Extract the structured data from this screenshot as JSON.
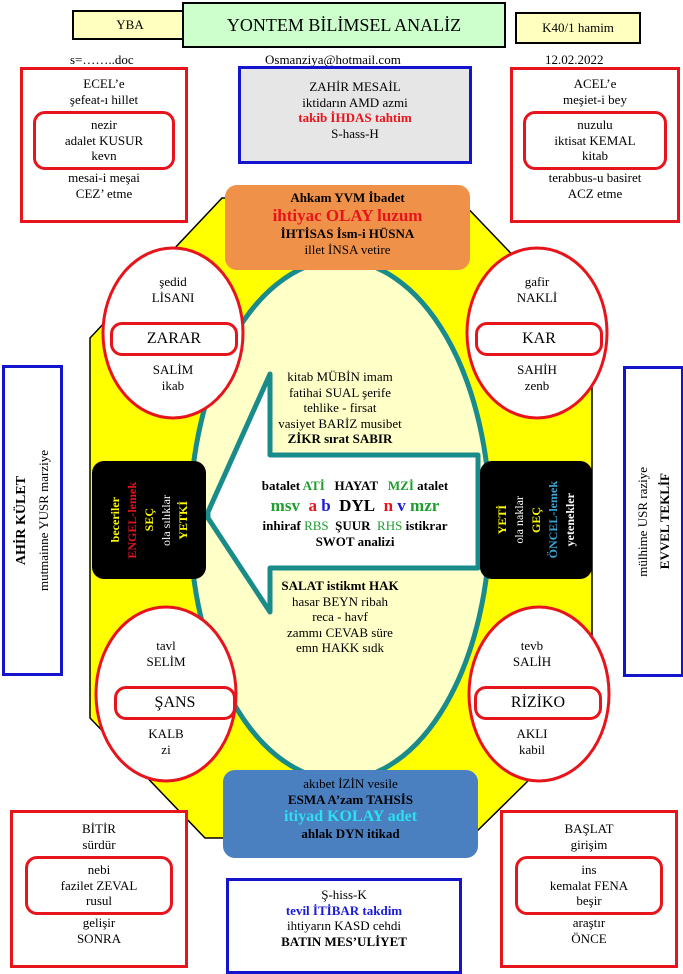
{
  "header": {
    "left_label": "YBA",
    "title": "YONTEM BİLİMSEL ANALİZ",
    "right_label": "K40/1 hamim",
    "file": "s=……..doc",
    "email": "Osmanziya@hotmail.com",
    "date": "12.02.2022"
  },
  "top_left": {
    "l1": "ECEL’e",
    "l2": "şefeat-ı hillet",
    "i1": "nezir",
    "i2": "adalet KUSUR",
    "i3": "kevn",
    "l3": "mesai-i meşai",
    "l4": "CEZ’ etme"
  },
  "top_center": {
    "l1": "ZAHİR MESAİL",
    "l2": "iktidarın  AMD azmi",
    "l3": "takib İHDAS tahtim",
    "l4": "S-hass-H"
  },
  "top_right": {
    "l1": "ACEL’e",
    "l2": "meşiet-i bey",
    "i1": "nuzulu",
    "i2": "iktisat KEMAL",
    "i3": "kitab",
    "l3": "terabbus-u basiret",
    "l4": "ACZ etme"
  },
  "orange": {
    "l1": "Ahkam YVM  İbadet",
    "l2": "ihtiyac  OLAY luzum",
    "l3": "İHTİSAS  İsm-i  HÜSNA",
    "l4": "illet  İNSA vetire"
  },
  "blue_box": {
    "l1": "akıbet İZİN vesile",
    "l2": "ESMA A’zam TAHSİS",
    "l3": "itiyad KOLAY  adet",
    "l4": "ahlak DYN  itikad"
  },
  "circle_tl": {
    "l1": "şedid",
    "l2": "LİSANI",
    "box": "ZARAR",
    "l3": "SALİM",
    "l4": "ikab"
  },
  "circle_tr": {
    "l1": "gafir",
    "l2": "NAKLİ",
    "box": "KAR",
    "l3": "SAHİH",
    "l4": "zenb"
  },
  "circle_bl": {
    "l1": "tavl",
    "l2": "SELİM",
    "box": "ŞANS",
    "l3": "KALB",
    "l4": "zi"
  },
  "circle_br": {
    "l1": "tevb",
    "l2": "SALİH",
    "box": "RİZİKO",
    "l3": "AKLI",
    "l4": "kabil"
  },
  "center": {
    "t1": "kitab MÜBİN imam",
    "t2": "fatihai SUAL şerife",
    "t3": "tehlike  - firsat",
    "t4": "vasiyet BARİZ musibet",
    "t5": "ZİKR  sırat   SABIR",
    "r1a": "batalet",
    "r1b": "ATİ",
    "r1c": "HAYAT",
    "r1d": "MZİ",
    "r1e": "atalet",
    "r2a": "msv",
    "r2b": "a",
    "r2c": "b",
    "r2d": "DYL",
    "r2e": "n",
    "r2f": "v",
    "r2g": "mzr",
    "r3a": "inhiraf",
    "r3b": "RBS",
    "r3c": "ŞUUR",
    "r3d": "RHS",
    "r3e": "istikrar",
    "r4": "SWOT analizi",
    "b1": "SALAT  istikmt  HAK",
    "b2": "hasar BEYN ribah",
    "b3": "reca -  havf",
    "b4": "zammı  CEVAB süre",
    "b5": "emn HAKK sıdk"
  },
  "left_black": {
    "c1": "beceriler",
    "c2": "ENGEL-lemek",
    "c3": "SEÇ",
    "c4": "ola sılıklar",
    "c5": "YETKİ"
  },
  "right_black": {
    "c1": "YETİ",
    "c2": "ola naklar",
    "c3": "GEÇ",
    "c4": "ÖNCEL-lemek",
    "c5": "yetenekler"
  },
  "left_side": {
    "a": "AHİR  KÜLET",
    "b": "mutmainne YUSR marziye"
  },
  "right_side": {
    "a": "mülhime USR raziye",
    "b": "EVVEL TEKLİF"
  },
  "bottom_left": {
    "l1": "BİTİR",
    "l2": "sürdür",
    "i1": "nebi",
    "i2": "fazilet  ZEVAL",
    "i3": "rusul",
    "l3": "gelişir",
    "l4": "SONRA"
  },
  "bottom_center": {
    "l1": "Ş-hiss-K",
    "l2": "tevil İTİBAR takdim",
    "l3": "ihtiyarın  KASD cehdi",
    "l4": "BATIN MES’ULİYET"
  },
  "bottom_right": {
    "l1": "BAŞLAT",
    "l2": "girişim",
    "i1": "ins",
    "i2": "kemalat FENA",
    "i3": "beşir",
    "l3": "araştır",
    "l4": "ÖNCE"
  },
  "colors": {
    "red": "#e8141b",
    "blue": "#1414cc",
    "yellow": "#ffff00",
    "orange": "#f0914a",
    "steel_blue": "#4a7fc0",
    "teal": "#1a8b8b",
    "center_fill": "#ffffc8",
    "header_fill": "#ffffc0",
    "title_fill": "#ccffcc"
  }
}
